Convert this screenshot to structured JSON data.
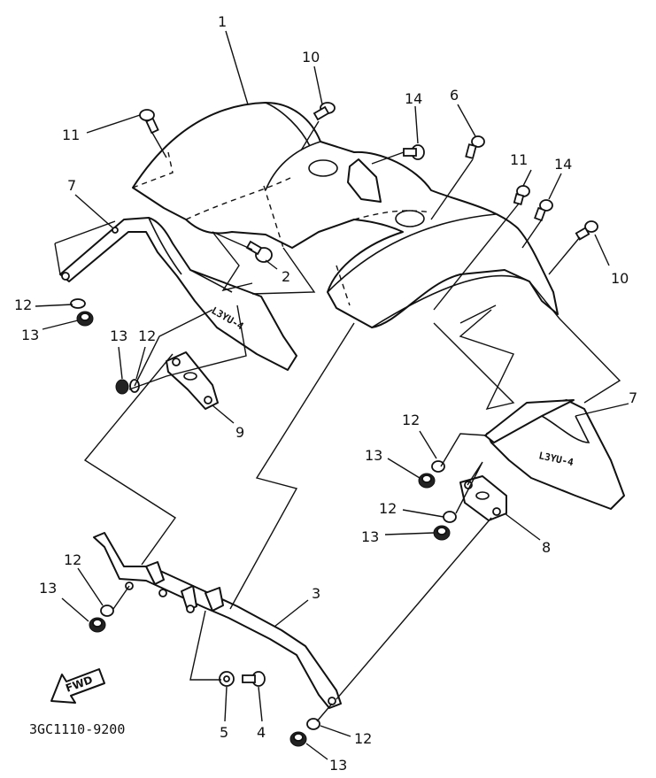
{
  "diagram": {
    "reference_code": "3GC1110-9200",
    "direction_label": "FWD",
    "bracket_marking": "L3YU-4",
    "callouts": {
      "c1": "1",
      "c2": "2",
      "c3": "3",
      "c4": "4",
      "c5": "5",
      "c6": "6",
      "c7a": "7",
      "c7b": "7",
      "c8": "8",
      "c9": "9",
      "c10a": "10",
      "c10b": "10",
      "c11a": "11",
      "c11b": "11",
      "c12a": "12",
      "c12b": "12",
      "c12c": "12",
      "c12d": "12",
      "c12e": "12",
      "c13a": "13",
      "c13b": "13",
      "c13c": "13",
      "c13d": "13",
      "c13e": "13",
      "c14a": "14",
      "c14b": "14"
    }
  }
}
